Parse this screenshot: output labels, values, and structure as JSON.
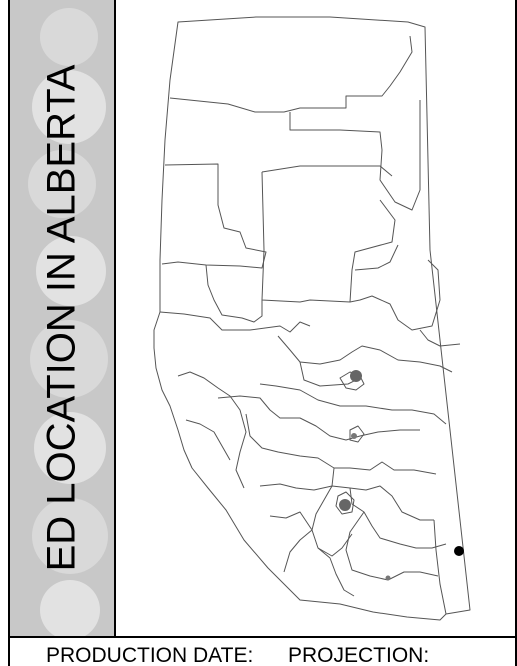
{
  "sidebar": {
    "title": "ED LOCATION IN ALBERTA"
  },
  "map": {
    "region": "Alberta",
    "marker_label": "electoral-district-location"
  },
  "footer": {
    "production_date_label": "PRODUCTION DATE:",
    "projection_label": "PROJECTION:"
  },
  "colors": {
    "sidebar_bg": "#c8c8c8",
    "boundary": "#555555",
    "marker": "#000000"
  }
}
